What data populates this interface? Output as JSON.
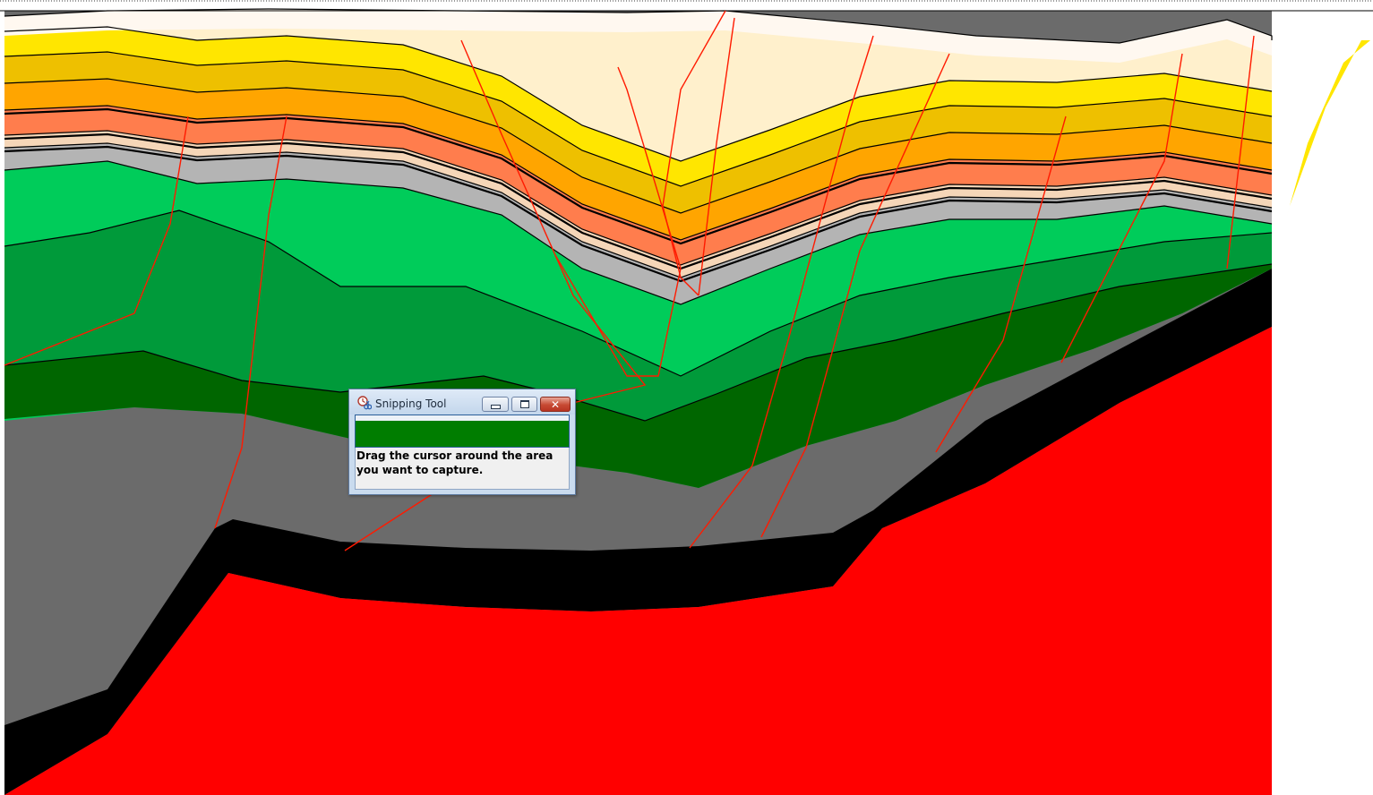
{
  "canvas": {
    "description_icon": "cross-section",
    "colors": {
      "background": "#ffffff",
      "basement_red": "#ff0000",
      "black_band": "#000000",
      "gray_fill": "#6b6b6b",
      "dark_green": "#006600",
      "mid_green": "#009a3a",
      "bright_green": "#00cc5a",
      "light_gray": "#b4b4b4",
      "peach": "#f5d6b8",
      "salmon": "#ff7d4d",
      "orange": "#ffa500",
      "gold": "#eec000",
      "yellow": "#ffe600",
      "cream": "#fff0cc",
      "pale_cream": "#fff8f0",
      "fault_red": "#ff1a00"
    }
  },
  "snipping_tool": {
    "title": "Snipping Tool",
    "icon": "scissors-icon",
    "message": "Drag the cursor around the area you want to capture.",
    "buttons": {
      "minimize_icon": "minimize-icon",
      "maximize_icon": "maximize-icon",
      "close_icon": "close-icon",
      "close_glyph": "✕"
    },
    "colors": {
      "titlebar": "#c9dbee",
      "toolbar": "#007d00",
      "body": "#f0f0f0",
      "close": "#c74a33"
    }
  }
}
